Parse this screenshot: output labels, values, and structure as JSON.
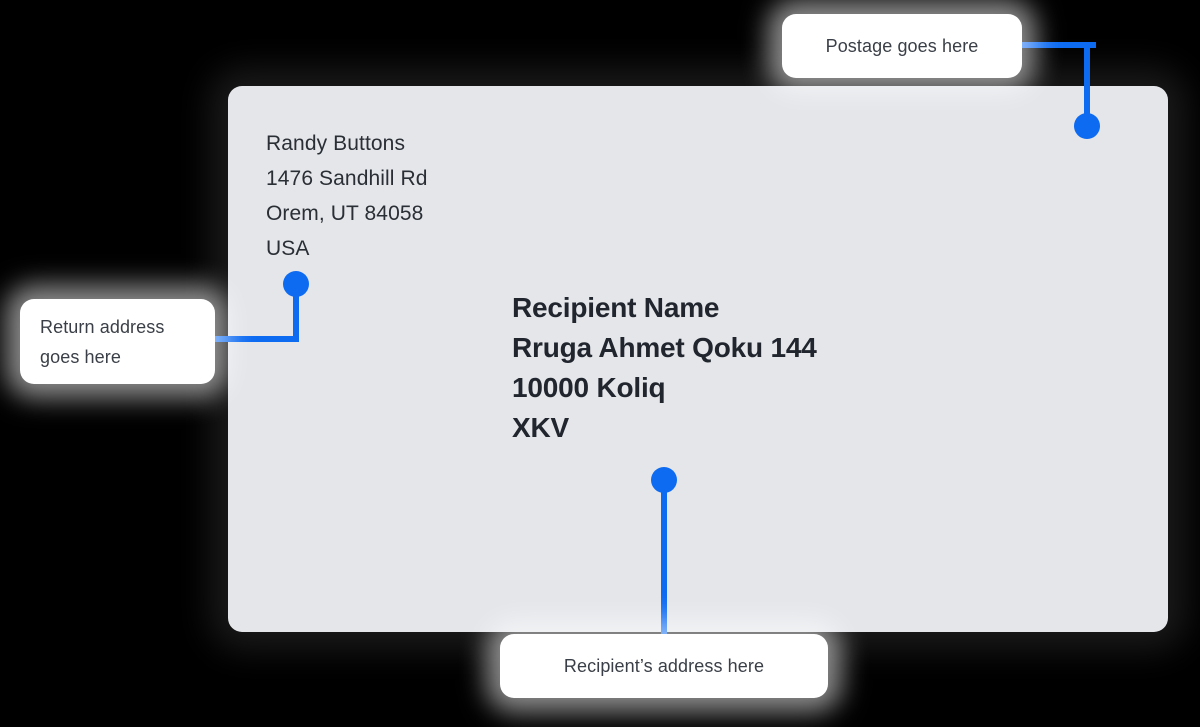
{
  "envelope": {
    "return_address": {
      "lines": [
        "Randy Buttons",
        "1476 Sandhill Rd",
        "Orem, UT 84058",
        "USA"
      ]
    },
    "recipient_address": {
      "lines": [
        "Recipient Name",
        "Rruga Ahmet Qoku 144",
        "10000 Koliq",
        "XKV"
      ]
    },
    "stamp": {
      "icon": "postage-stamp-logo-icon"
    }
  },
  "callouts": {
    "postage": {
      "label": "Postage goes here"
    },
    "return": {
      "label": "Return address\ngoes here"
    },
    "recipient": {
      "label": "Recipient’s address here"
    }
  },
  "colors": {
    "accent": "#0d6bf2",
    "envelope_bg": "#e4e6ea",
    "page_bg": "#000000",
    "tooltip_bg": "#ffffff",
    "stamp_frame": "#d7dadf",
    "text_dark": "#21262e",
    "text_muted": "#3a3f47"
  }
}
